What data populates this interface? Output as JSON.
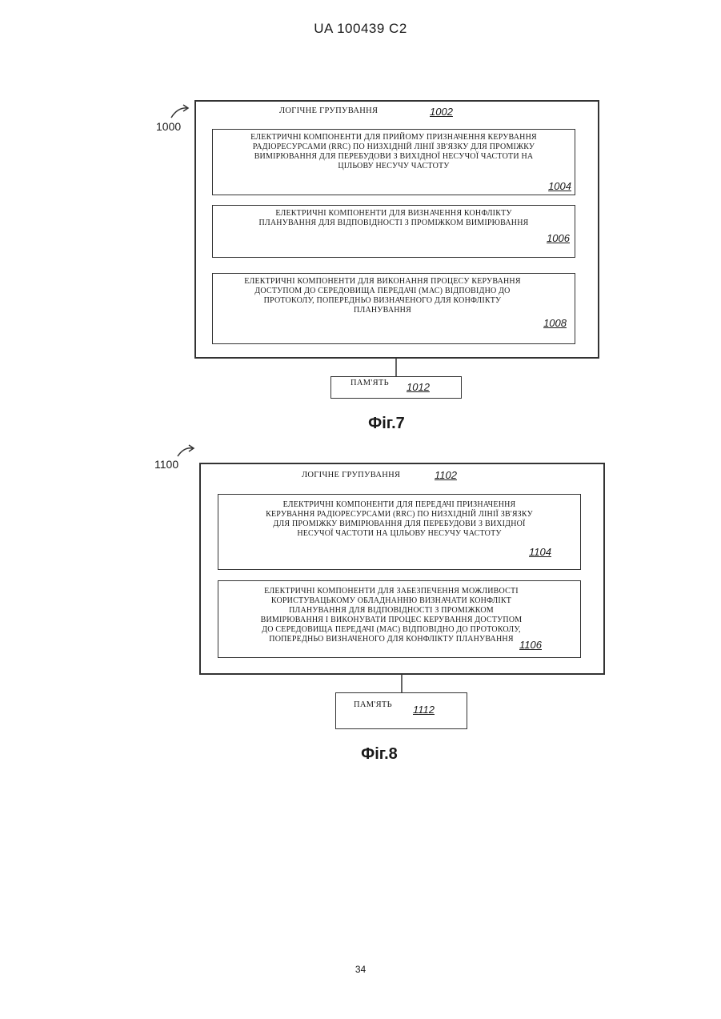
{
  "header": "UA   100439   C2",
  "page_number": "34",
  "fig7": {
    "label": "Фіг.7",
    "ref": "1000",
    "group_title": "ЛОГІЧНЕ ГРУПУВАННЯ",
    "group_num": "1002",
    "boxes": [
      {
        "text": "ЕЛЕКТРИЧНІ КОМПОНЕНТИ ДЛЯ ПРИЙОМУ ПРИЗНАЧЕННЯ КЕРУВАННЯ\nРАДІОРЕСУРСАМИ (RRC) ПО НИЗХІДНІЙ ЛІНІЇ ЗВ'ЯЗКУ ДЛЯ ПРОМІЖКУ\nВИМІРЮВАННЯ ДЛЯ ПЕРЕБУДОВИ З ВИХІДНОЇ НЕСУЧОЇ ЧАСТОТИ НА\nЦІЛЬОВУ НЕСУЧУ ЧАСТОТУ",
        "num": "1004"
      },
      {
        "text": "ЕЛЕКТРИЧНІ КОМПОНЕНТИ ДЛЯ ВИЗНАЧЕННЯ КОНФЛІКТУ\nПЛАНУВАННЯ ДЛЯ ВІДПОВІДНОСТІ З ПРОМІЖКОМ ВИМІРЮВАННЯ",
        "num": "1006"
      },
      {
        "text": "ЕЛЕКТРИЧНІ КОМПОНЕНТИ ДЛЯ ВИКОНАННЯ ПРОЦЕСУ КЕРУВАННЯ\nДОСТУПОМ ДО СЕРЕДОВИЩА ПЕРЕДАЧІ (МАС) ВІДПОВІДНО ДО\nПРОТОКОЛУ, ПОПЕРЕДНЬО ВИЗНАЧЕНОГО ДЛЯ КОНФЛІКТУ\nПЛАНУВАННЯ",
        "num": "1008"
      }
    ],
    "memory_label": "ПАМ'ЯТЬ",
    "memory_num": "1012"
  },
  "fig8": {
    "label": "Фіг.8",
    "ref": "1100",
    "group_title": "ЛОГІЧНЕ ГРУПУВАННЯ",
    "group_num": "1102",
    "boxes": [
      {
        "text": "ЕЛЕКТРИЧНІ КОМПОНЕНТИ ДЛЯ ПЕРЕДАЧІ ПРИЗНАЧЕННЯ\nКЕРУВАННЯ РАДІОРЕСУРСАМИ (RRC) ПО НИЗХІДНІЙ ЛІНІЇ ЗВ'ЯЗКУ\nДЛЯ ПРОМІЖКУ ВИМІРЮВАННЯ ДЛЯ ПЕРЕБУДОВИ З ВИХІДНОЇ\nНЕСУЧОЇ ЧАСТОТИ НА ЦІЛЬОВУ НЕСУЧУ ЧАСТОТУ",
        "num": "1104"
      },
      {
        "text": "ЕЛЕКТРИЧНІ КОМПОНЕНТИ ДЛЯ ЗАБЕЗПЕЧЕННЯ МОЖЛИВОСТІ\nКОРИСТУВАЦЬКОМУ ОБЛАДНАННЮ ВИЗНАЧАТИ КОНФЛІКТ\nПЛАНУВАННЯ ДЛЯ ВІДПОВІДНОСТІ З ПРОМІЖКОМ\nВИМІРЮВАННЯ І ВИКОНУВАТИ ПРОЦЕС КЕРУВАННЯ ДОСТУПОМ\nДО СЕРЕДОВИЩА ПЕРЕДАЧІ (МАС) ВІДПОВІДНО ДО ПРОТОКОЛУ,\nПОПЕРЕДНЬО ВИЗНАЧЕНОГО ДЛЯ КОНФЛІКТУ ПЛАНУВАННЯ",
        "num": "1106"
      }
    ],
    "memory_label": "ПАМ'ЯТЬ",
    "memory_num": "1112"
  }
}
